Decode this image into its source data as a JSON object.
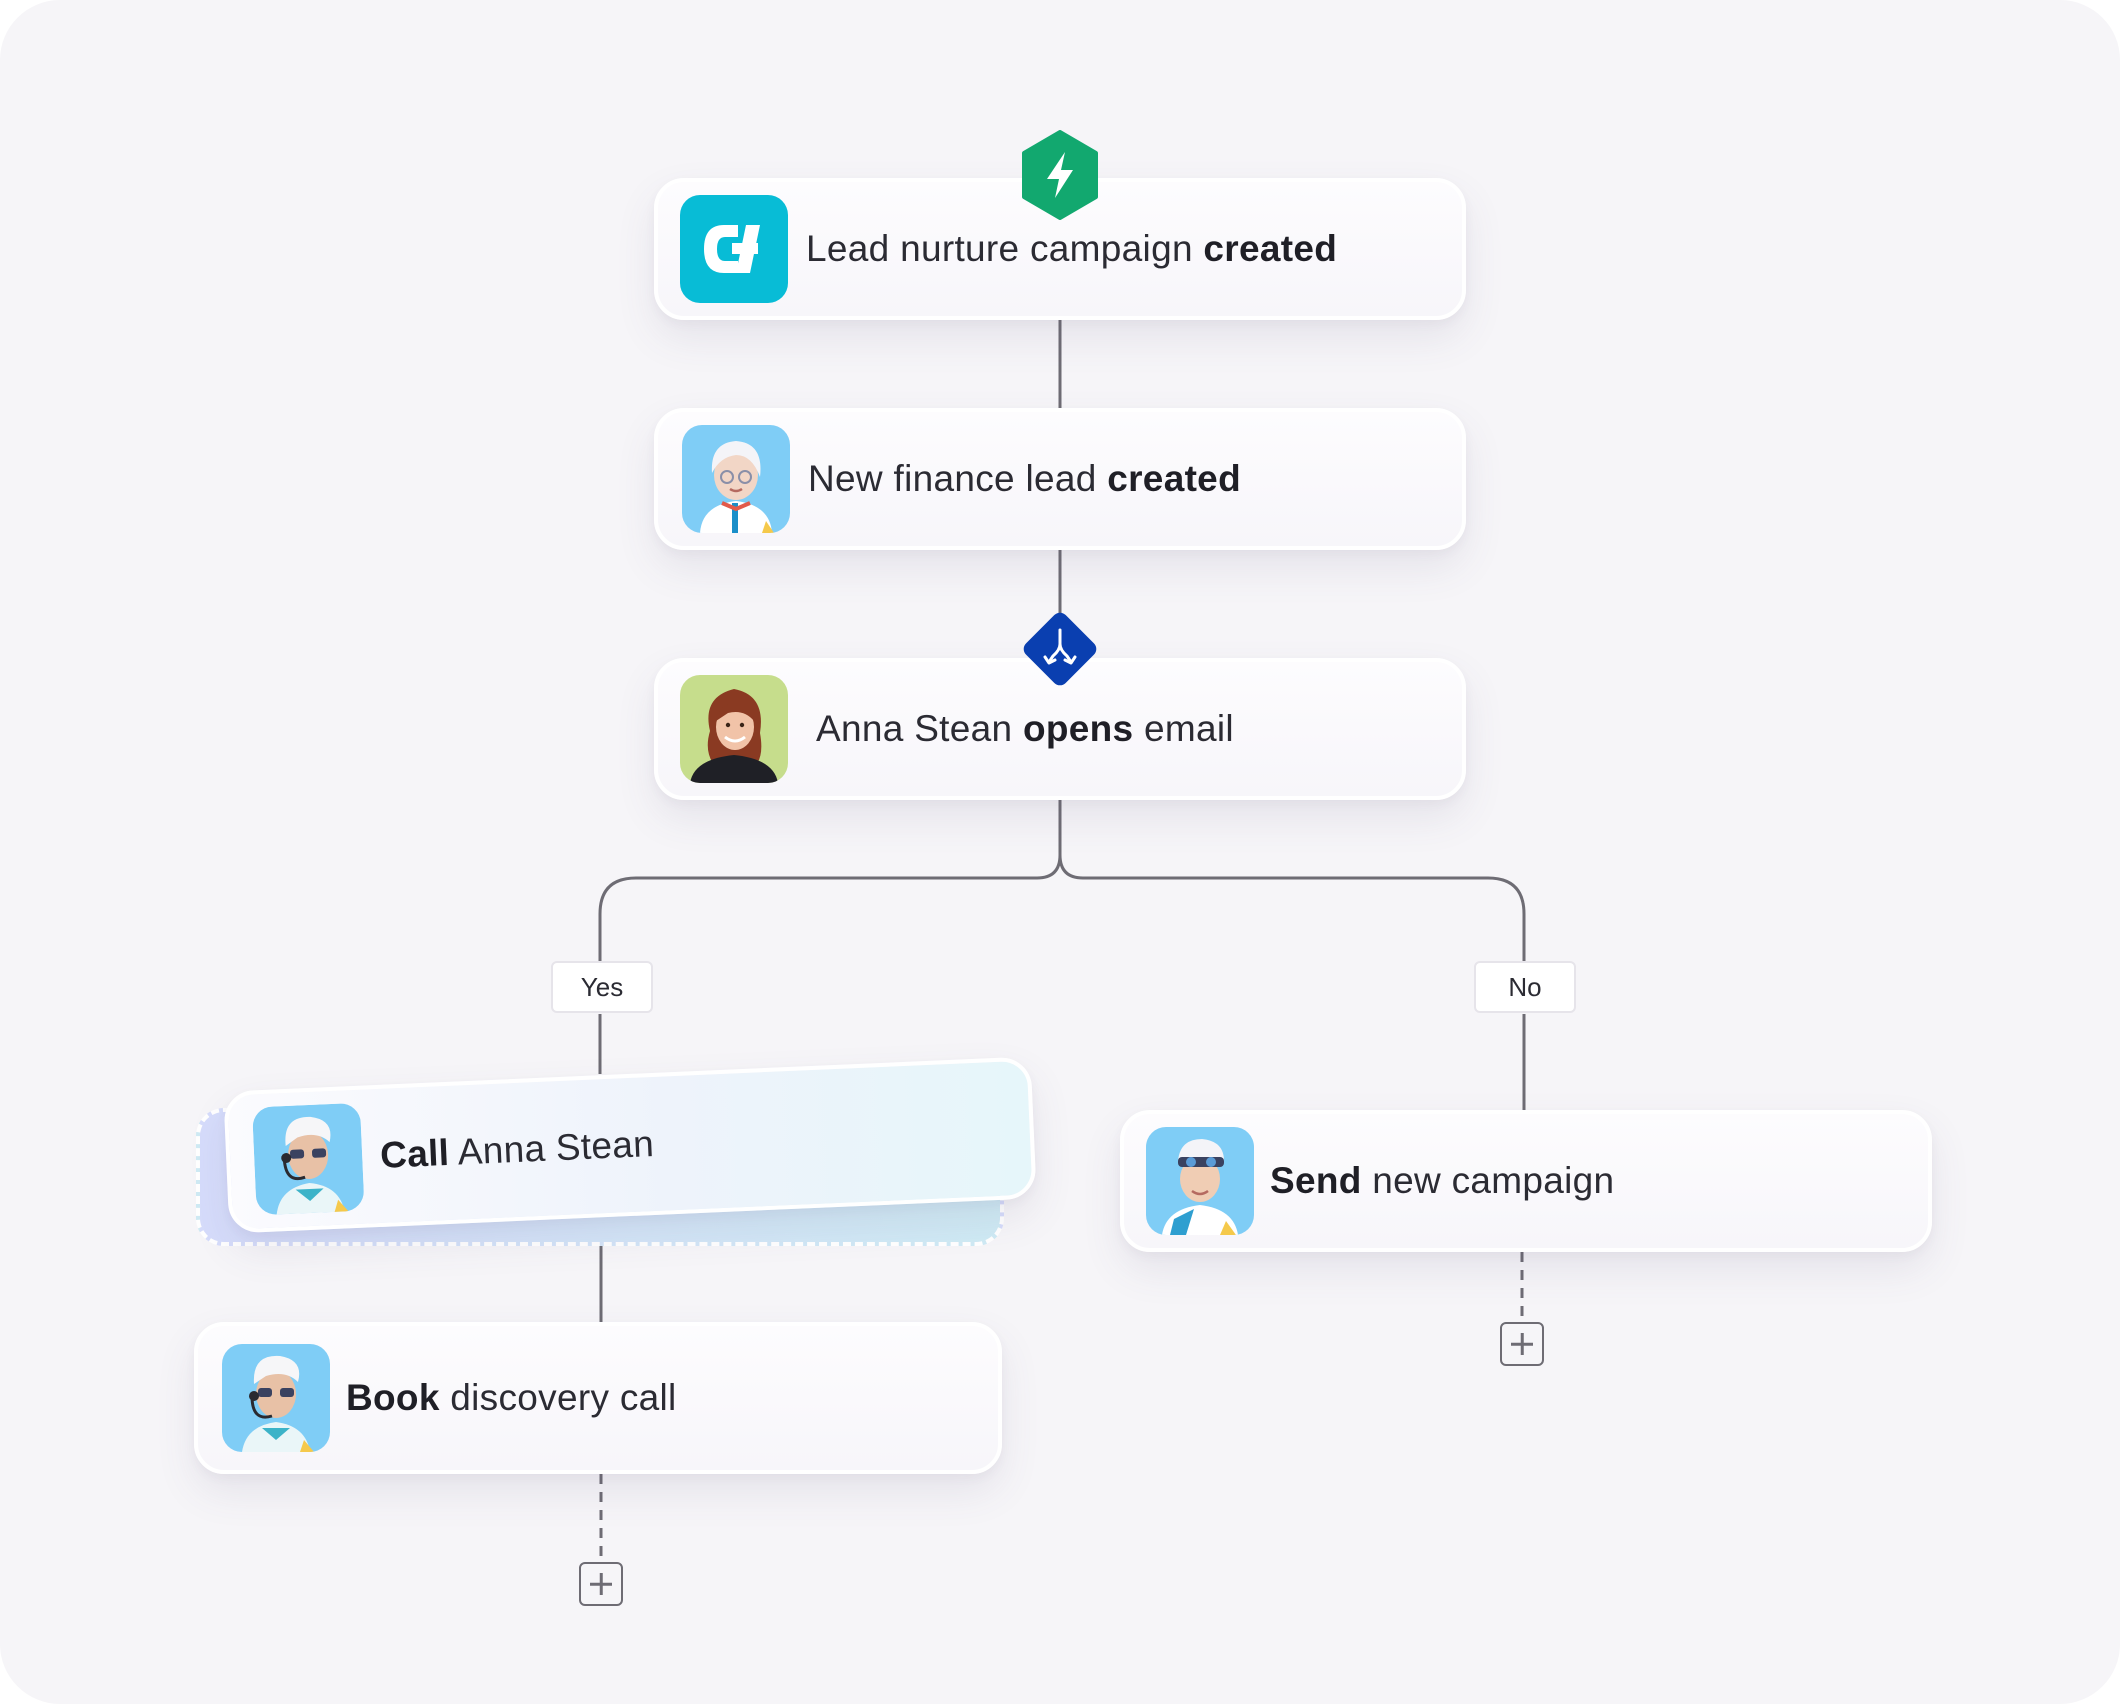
{
  "nodes": {
    "campaign": {
      "prefix": "Lead nurture campaign ",
      "bold": "created",
      "suffix": ""
    },
    "lead": {
      "prefix": "New finance lead ",
      "bold": "created",
      "suffix": ""
    },
    "opens": {
      "prefix": "Anna Stean ",
      "bold": "opens",
      "suffix": " email"
    },
    "call": {
      "prefix": "",
      "bold": "Call",
      "suffix": " Anna Stean"
    },
    "book": {
      "prefix": "",
      "bold": "Book",
      "suffix": " discovery call"
    },
    "send": {
      "prefix": "",
      "bold": "Send",
      "suffix": " new campaign"
    }
  },
  "branches": {
    "yes": "Yes",
    "no": "No"
  },
  "icons": {
    "trigger": "lightning-bolt-icon",
    "condition": "split-branch-icon",
    "add": "plus-icon"
  },
  "colors": {
    "trigger_badge": "#12a86f",
    "condition_badge": "#0a3fb0",
    "app_logo": "#08bcd6",
    "connector": "#6e6c74"
  }
}
